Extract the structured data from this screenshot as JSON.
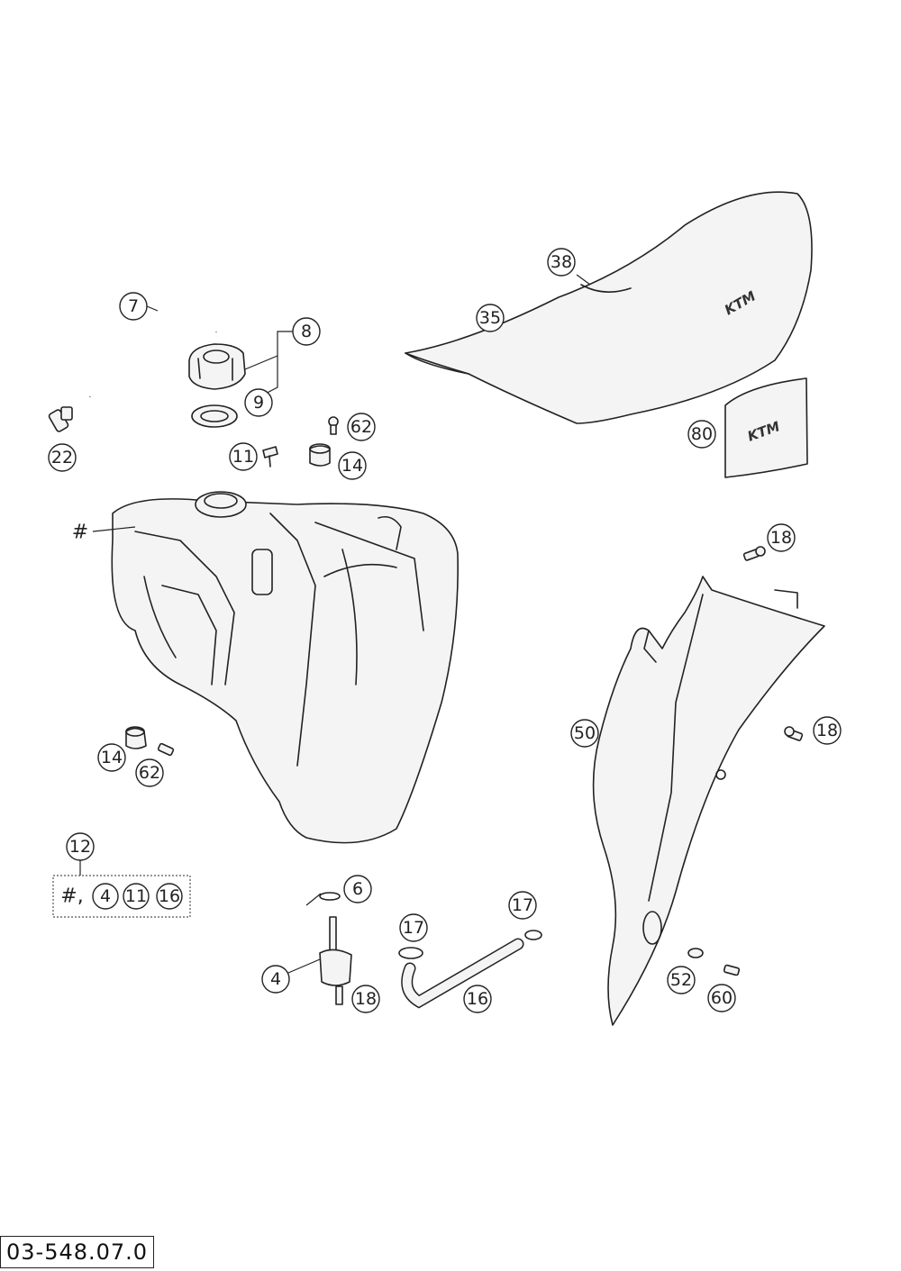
{
  "drawing_number": "03-548.07.0",
  "logo_text": "KTM",
  "callouts": [
    {
      "label": "7",
      "part": "fuel-breather-hose"
    },
    {
      "label": "8",
      "part": "fuel-tank-cap"
    },
    {
      "label": "9",
      "part": "cap-seal"
    },
    {
      "label": "22",
      "part": "breather-valve"
    },
    {
      "label": "62",
      "part": "screw"
    },
    {
      "label": "11",
      "part": "fastener"
    },
    {
      "label": "14",
      "part": "spacer"
    },
    {
      "label": "38",
      "part": "seat-trim"
    },
    {
      "label": "35",
      "part": "seat"
    },
    {
      "label": "80",
      "part": "decal"
    },
    {
      "label": "18",
      "part": "screw"
    },
    {
      "label": "50",
      "part": "side-panel"
    },
    {
      "label": "18",
      "part": "screw"
    },
    {
      "label": "14",
      "part": "spacer"
    },
    {
      "label": "62",
      "part": "screw"
    },
    {
      "label": "12",
      "part": "tank-kit"
    },
    {
      "label": "6",
      "part": "o-ring"
    },
    {
      "label": "17",
      "part": "hose-clamp"
    },
    {
      "label": "17",
      "part": "hose-clamp"
    },
    {
      "label": "4",
      "part": "fuel-tap"
    },
    {
      "label": "18",
      "part": "screw"
    },
    {
      "label": "16",
      "part": "fuel-hose"
    },
    {
      "label": "52",
      "part": "washer"
    },
    {
      "label": "60",
      "part": "screw"
    }
  ],
  "tank_marker": "#",
  "kit_contents": {
    "prefix": "#,",
    "items": [
      "4",
      "11",
      "16"
    ]
  }
}
